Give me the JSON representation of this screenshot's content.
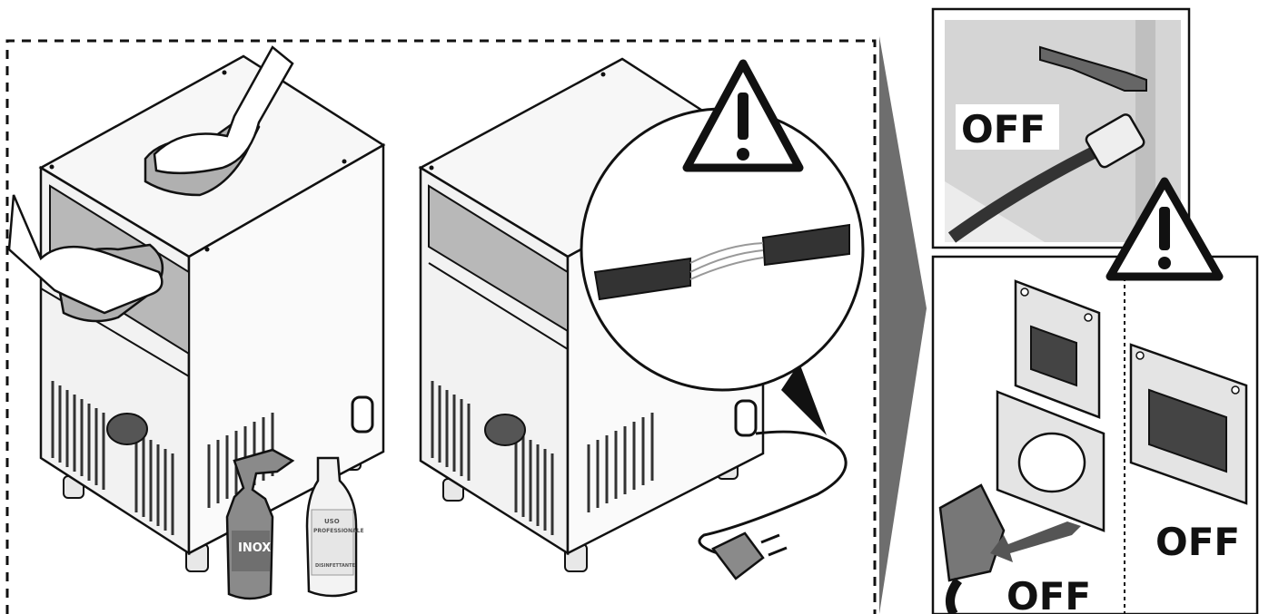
{
  "panels": {
    "left": {
      "bottle_spray_label": "INOX",
      "bottle_liquid_label_line1": "USO",
      "bottle_liquid_label_line2": "PROFESSIONALE",
      "bottle_liquid_label_line3": "DISINFETTANTE"
    },
    "top_right": {
      "valve_state": "OFF"
    },
    "bottom_right": {
      "plug_state": "OFF",
      "switchbox_state": "OFF"
    }
  },
  "colors": {
    "outline": "#111111",
    "panel_grey": "#d8d8d8",
    "machine_fill": "#f4f4f4",
    "window_fill": "#b5b5b5",
    "arrow_grey": "#6e6e6e",
    "warning_fill": "#ffffff"
  },
  "icons": [
    "warning-triangle-icon",
    "cloth-hand-icon",
    "damaged-cable-icon",
    "plug-icon",
    "circuit-breaker-icon",
    "water-valve-icon",
    "arrow-right-icon"
  ]
}
